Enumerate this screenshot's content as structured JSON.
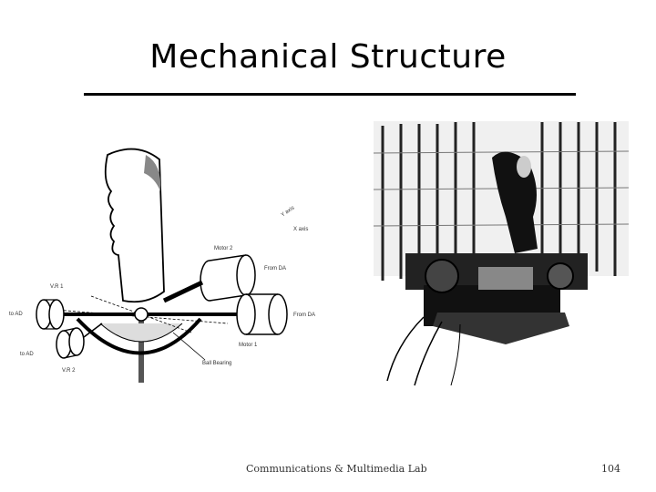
{
  "slide": {
    "title": "Mechanical Structure",
    "footer": "Communications & Multimedia Lab",
    "page_number": "104"
  },
  "diagram": {
    "labels": {
      "y_axis": "Y axis",
      "x_axis": "X axis",
      "motor2": "Motor 2",
      "from_da_1": "From DA",
      "from_da_2": "From DA",
      "motor1": "Motor 1",
      "vr1": "V.R 1",
      "to_ad_1": "to AD",
      "to_ad_2": "to AD",
      "vr2": "V.R 2",
      "ball_bearing": "Ball Bearing"
    }
  }
}
